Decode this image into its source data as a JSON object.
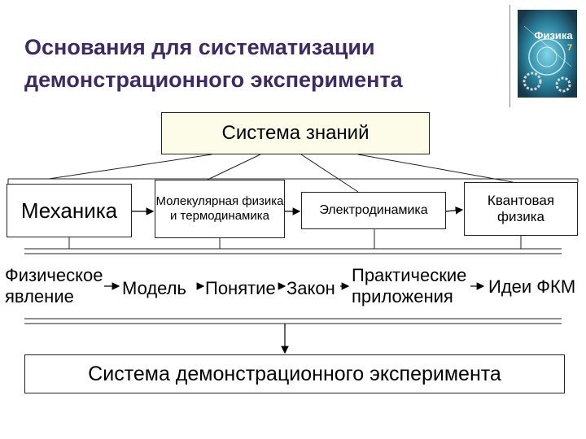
{
  "title": "Основания для систематизации демонстрационного эксперимента",
  "cover": {
    "label": "Физика",
    "grade": "7"
  },
  "diagram": {
    "root": "Система знаний",
    "branches": [
      "Механика",
      "Молекулярная физика и термодинамика",
      "Электродинамика",
      "Квантовая физика"
    ],
    "chain": [
      "Физическое явление",
      "Модель",
      "Понятие",
      "Закон",
      "Практические приложения",
      "Идеи ФКМ"
    ],
    "result": "Система демонстрационного эксперимента"
  }
}
